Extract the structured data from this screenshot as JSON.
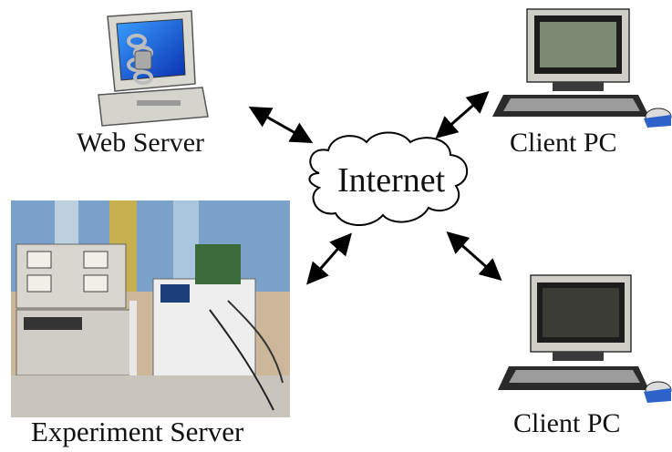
{
  "nodes": {
    "web_server": "Web Server",
    "client_pc_top": "Client PC",
    "client_pc_bottom": "Client PC",
    "experiment_server": "Experiment Server",
    "internet": "Internet"
  },
  "icons": [
    "web-server-icon",
    "client-pc-icon",
    "client-pc-icon",
    "experiment-server-photo",
    "cloud-icon"
  ],
  "edges": [
    [
      "web_server",
      "internet"
    ],
    [
      "client_pc_top",
      "internet"
    ],
    [
      "experiment_server",
      "internet"
    ],
    [
      "client_pc_bottom",
      "internet"
    ]
  ]
}
